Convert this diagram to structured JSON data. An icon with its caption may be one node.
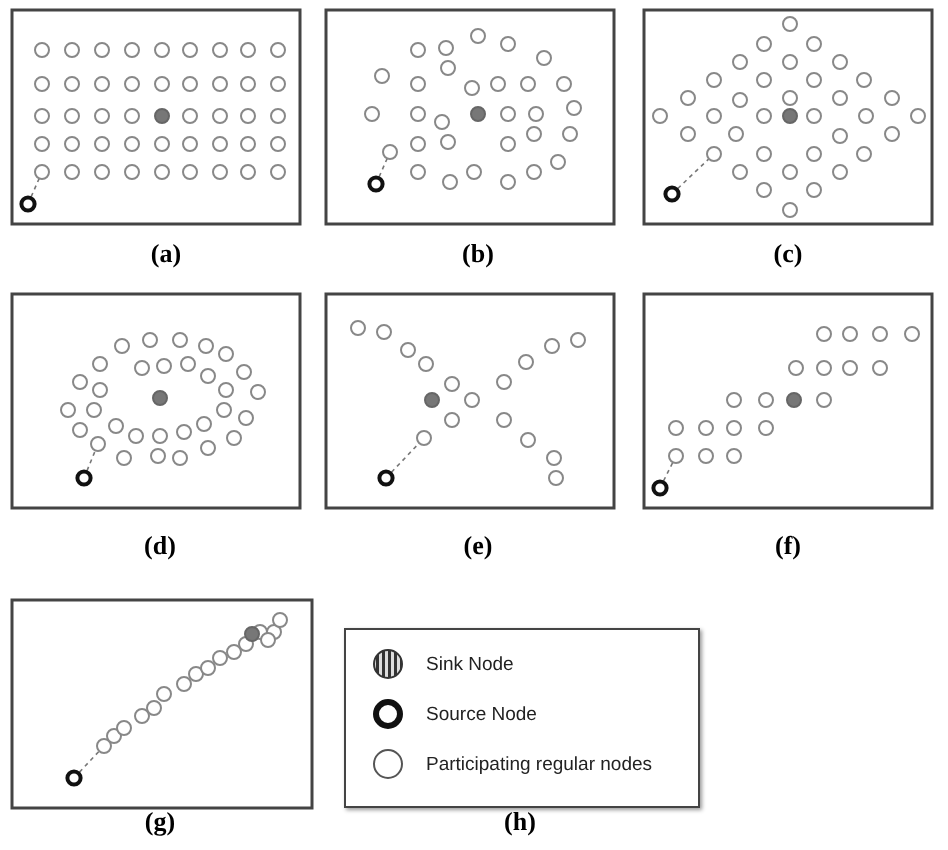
{
  "diagram": {
    "labels": [
      "(a)",
      "(b)",
      "(c)",
      "(d)",
      "(e)",
      "(f)",
      "(g)",
      "(h)"
    ],
    "legend": [
      {
        "text": "Sink Node"
      },
      {
        "text": "Source Node"
      },
      {
        "text": "Participating regular nodes"
      }
    ]
  }
}
